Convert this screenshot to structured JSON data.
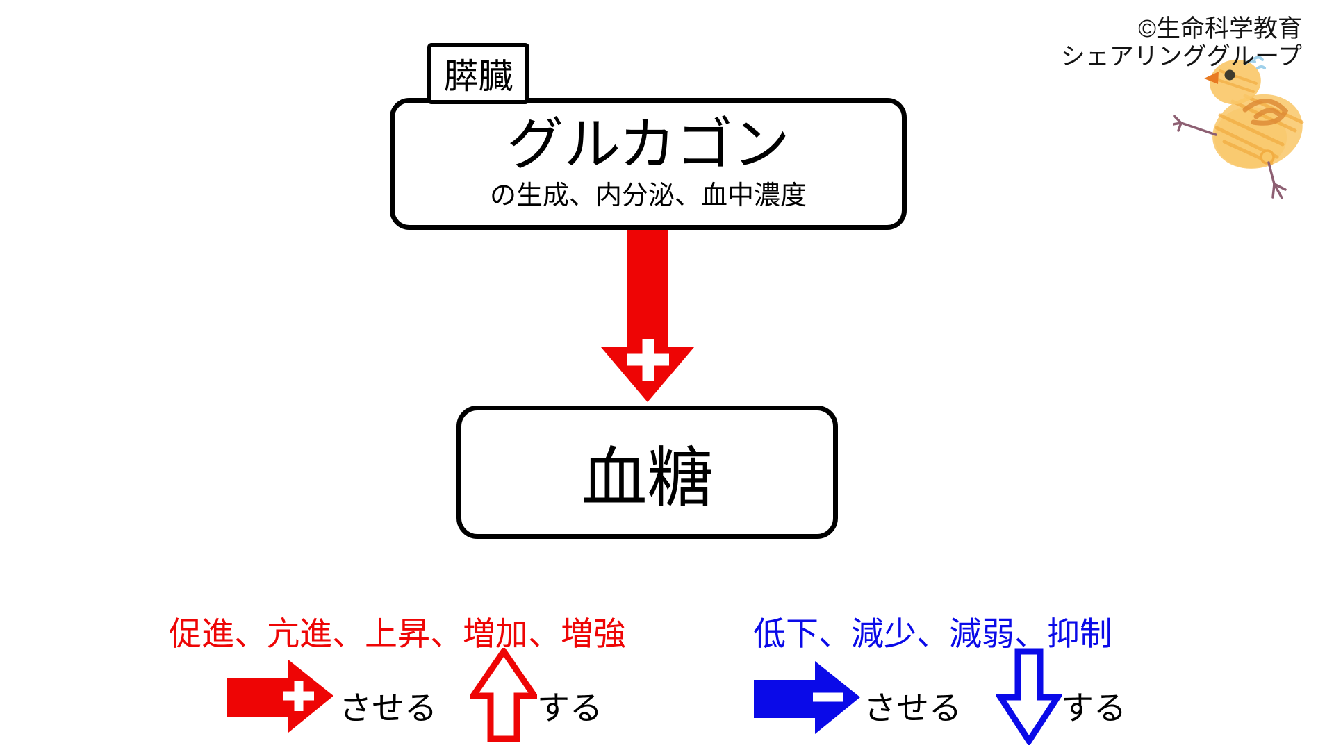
{
  "copyright": {
    "line1": "©生命科学教育",
    "line2": "シェアリンググループ"
  },
  "diagram": {
    "organ_label": "膵臓",
    "hormone_box": {
      "title": "グルカゴン",
      "subtitle": "の生成、内分泌、血中濃度"
    },
    "effect_arrow": {
      "direction": "down",
      "sign": "+",
      "color": "#ee0505"
    },
    "target_box": {
      "title": "血糖"
    }
  },
  "legend": {
    "promote": {
      "words": "促進、亢進、上昇、増加、増強",
      "arrow_sign": "+",
      "causative_label": "させる",
      "intransitive_label": "する",
      "color": "#ee0505"
    },
    "suppress": {
      "words": "低下、減少、減弱、抑制",
      "arrow_sign": "−",
      "causative_label": "させる",
      "intransitive_label": "する",
      "color": "#0a0ae8"
    }
  },
  "icons": {
    "chick": "hand-drawn-chick-mascot"
  }
}
